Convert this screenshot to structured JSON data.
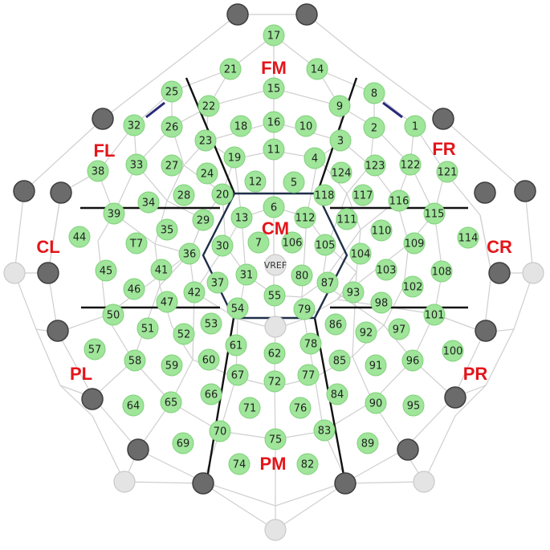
{
  "colors": {
    "electrode": "#9fe59a",
    "electrode_edge": "#7fd07a",
    "ref": "#e4e4e4",
    "dark": "#6b6b6b",
    "grid": "#cfcfcf",
    "divider": "#111111",
    "region": "#e3151a",
    "pair": "#2a2a7a"
  },
  "regions": {
    "fm": "FM",
    "fl": "FL",
    "fr": "FR",
    "cl": "CL",
    "cm": "CM",
    "cr": "CR",
    "pl": "PL",
    "pm": "PM",
    "pr": "PR"
  },
  "reference": "VREF",
  "electrodes": {
    "e1": "1",
    "e2": "2",
    "e3": "3",
    "e4": "4",
    "e5": "5",
    "e6": "6",
    "e7": "7",
    "e8": "8",
    "e9": "9",
    "e10": "10",
    "e11": "11",
    "e12": "12",
    "e13": "13",
    "e14": "14",
    "e15": "15",
    "e16": "16",
    "e17": "17",
    "e18": "18",
    "e19": "19",
    "e20": "20",
    "e21": "21",
    "e22": "22",
    "e23": "23",
    "e24": "24",
    "e25": "25",
    "e26": "26",
    "e27": "27",
    "e28": "28",
    "e29": "29",
    "e30": "30",
    "e31": "31",
    "e32": "32",
    "e33": "33",
    "e34": "34",
    "e35": "35",
    "e36": "36",
    "e37": "37",
    "e38": "38",
    "e39": "39",
    "e40": "T7",
    "e41": "41",
    "e42": "42",
    "e44": "44",
    "e45": "45",
    "e46": "46",
    "e47": "47",
    "e50": "50",
    "e51": "51",
    "e52": "52",
    "e53": "53",
    "e54": "54",
    "e55": "55",
    "e57": "57",
    "e58": "58",
    "e59": "59",
    "e60": "60",
    "e61": "61",
    "e62": "62",
    "e64": "64",
    "e65": "65",
    "e66": "66",
    "e67": "67",
    "e69": "69",
    "e70": "70",
    "e71": "71",
    "e72": "72",
    "e74": "74",
    "e75": "75",
    "e76": "76",
    "e77": "77",
    "e78": "78",
    "e79": "79",
    "e80": "80",
    "e82": "82",
    "e83": "83",
    "e84": "84",
    "e85": "85",
    "e86": "86",
    "e87": "87",
    "e89": "89",
    "e90": "90",
    "e91": "91",
    "e92": "92",
    "e93": "93",
    "e95": "95",
    "e96": "96",
    "e97": "97",
    "e98": "98",
    "e100": "100",
    "e101": "101",
    "e102": "102",
    "e103": "103",
    "e104": "104",
    "e105": "105",
    "e106": "106",
    "e108": "108",
    "e109": "109",
    "e110": "110",
    "e111": "111",
    "e112": "112",
    "e114": "114",
    "e115": "115",
    "e116": "116",
    "e117": "117",
    "e118": "118",
    "e121": "121",
    "e122": "122",
    "e123": "123",
    "e124": "124"
  }
}
